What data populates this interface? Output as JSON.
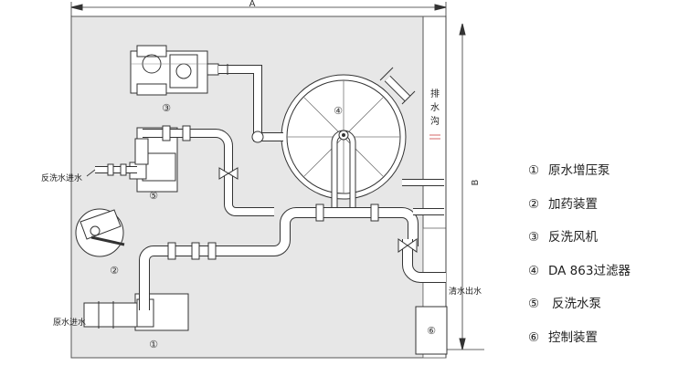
{
  "dimensions": {
    "width_label": "A",
    "height_label": "B"
  },
  "equipment_markers": [
    "①",
    "②",
    "③",
    "④",
    "⑤",
    "⑥"
  ],
  "labels": {
    "drain_channel": "排水沟",
    "backwash_inlet": "反洗水进水",
    "raw_water_inlet": "原水进水",
    "clear_water_outlet": "清水出水"
  },
  "legend": [
    {
      "num": "①",
      "text": "原水增压泵"
    },
    {
      "num": "②",
      "text": "加药装置"
    },
    {
      "num": "③",
      "text": "反洗风机"
    },
    {
      "num": "④",
      "text": "DA 863过滤器"
    },
    {
      "num": "⑤",
      "text": "反洗水泵"
    },
    {
      "num": "⑥",
      "text": "控制装置"
    }
  ],
  "colors": {
    "floor": "#e7e7e7",
    "line": "#333333",
    "pipe": "#ffffff"
  }
}
